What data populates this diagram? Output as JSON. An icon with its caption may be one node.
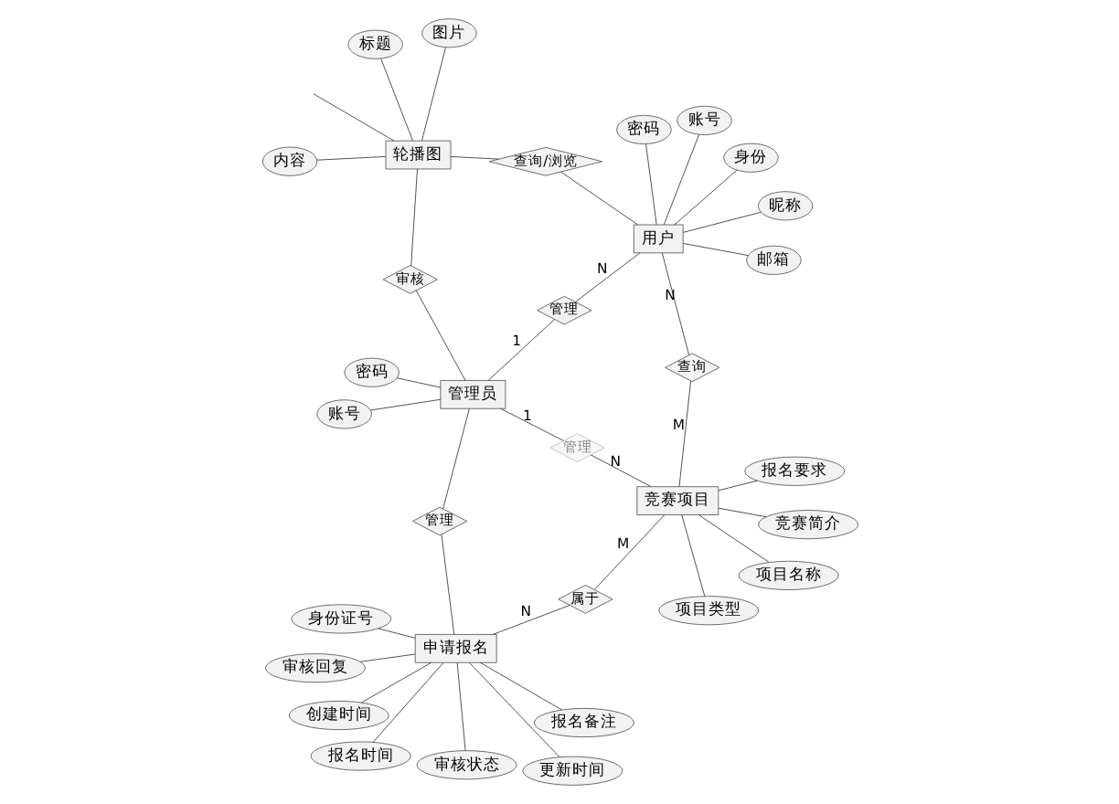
{
  "diagram": {
    "nodes": [
      {
        "text": [
          "申请报名"
        ]
      },
      {
        "text": [
          "报名备注"
        ]
      },
      {
        "text": [
          "报名时间"
        ]
      },
      {
        "text": [
          "身份证号"
        ]
      },
      {
        "text": [
          "审核状态"
        ]
      },
      {
        "text": [
          "审核回复"
        ]
      },
      {
        "text": [
          "创建时间"
        ]
      },
      {
        "text": [
          "更新时间"
        ]
      },
      {
        "text": [
          "属于"
        ]
      },
      {
        "text": [
          "竞赛项目"
        ]
      },
      {
        "text": [
          "项目名称"
        ]
      },
      {
        "text": [
          "项目类型"
        ]
      },
      {
        "text": [
          "竞赛简介"
        ]
      },
      {
        "text": [
          "报名要求"
        ]
      },
      {
        "text": [
          "管理"
        ]
      },
      {
        "text": [
          "管理"
        ]
      },
      {
        "text": [
          "查询"
        ]
      },
      {
        "text": [
          "管理员"
        ]
      },
      {
        "text": [
          "管理"
        ]
      },
      {
        "text": [
          "用户"
        ]
      },
      {
        "text": [
          "账号"
        ]
      },
      {
        "text": [
          "密码"
        ]
      },
      {
        "text": [
          "昵称"
        ]
      },
      {
        "text": [
          "邮箱"
        ]
      },
      {
        "text": [
          "身份"
        ]
      },
      {
        "text": [
          "账号"
        ]
      },
      {
        "text": [
          "密码"
        ]
      },
      {
        "text": [
          "审核"
        ]
      },
      {
        "text": [
          "查询/浏览"
        ]
      },
      {
        "text": [
          "轮播图"
        ]
      },
      {
        "text": [
          "标题"
        ]
      },
      {
        "text": [
          "图片"
        ]
      },
      {
        "text": [
          "内容"
        ]
      }
    ],
    "edges": [
      {
        "from": 0,
        "to": 1,
        "arrow": "none"
      },
      {
        "from": 0,
        "to": 2,
        "arrow": "none"
      },
      {
        "from": 0,
        "to": 3,
        "arrow": "none"
      },
      {
        "from": 0,
        "to": 4,
        "arrow": "none"
      },
      {
        "from": 0,
        "to": 5,
        "arrow": "none"
      },
      {
        "from": 0,
        "to": 6,
        "arrow": "none"
      },
      {
        "from": 0,
        "to": 7,
        "arrow": "none"
      },
      {
        "from": 0,
        "to": 8,
        "arrow": "none",
        "label": "N"
      },
      {
        "from": 8,
        "to": 9,
        "arrow": "none",
        "label": "M"
      },
      {
        "from": 9,
        "to": 10,
        "arrow": "none"
      },
      {
        "from": 9,
        "to": 11,
        "arrow": "none"
      },
      {
        "from": 9,
        "to": 12,
        "arrow": "none"
      },
      {
        "from": 9,
        "to": 13,
        "arrow": "none"
      },
      {
        "from": 0,
        "to": 14,
        "arrow": "none"
      },
      {
        "from": 14,
        "to": 17,
        "arrow": "none"
      },
      {
        "from": 17,
        "to": 15,
        "arrow": "none",
        "label": "1"
      },
      {
        "from": 15,
        "to": 9,
        "arrow": "none",
        "label": "N"
      },
      {
        "from": 9,
        "to": 16,
        "arrow": "none",
        "label": "M"
      },
      {
        "from": 16,
        "to": 19,
        "arrow": "none",
        "label": "N"
      },
      {
        "from": 17,
        "to": 18,
        "arrow": "none",
        "label": "1"
      },
      {
        "from": 18,
        "to": 19,
        "arrow": "none",
        "label": "N"
      },
      {
        "from": 19,
        "to": 20,
        "arrow": "none"
      },
      {
        "from": 19,
        "to": 21,
        "arrow": "none"
      },
      {
        "from": 19,
        "to": 22,
        "arrow": "none"
      },
      {
        "from": 19,
        "to": 23,
        "arrow": "none"
      },
      {
        "from": 19,
        "to": 24,
        "arrow": "none"
      },
      {
        "from": 17,
        "to": 25,
        "arrow": "none"
      },
      {
        "from": 17,
        "to": 26,
        "arrow": "none"
      },
      {
        "from": 17,
        "to": 27,
        "arrow": "none"
      },
      {
        "from": 27,
        "to": 29,
        "arrow": "none"
      },
      {
        "from": 19,
        "to": 28,
        "arrow": "none"
      },
      {
        "from": 28,
        "to": 29,
        "arrow": "none"
      },
      {
        "from": 29,
        "to": 30,
        "arrow": "none"
      },
      {
        "from": 29,
        "to": 31,
        "arrow": "none"
      },
      {
        "from": 29,
        "to": 32,
        "arrow": "none"
      },
      {
        "from": 29,
        "to": null,
        "arrow": "none"
      }
    ]
  }
}
